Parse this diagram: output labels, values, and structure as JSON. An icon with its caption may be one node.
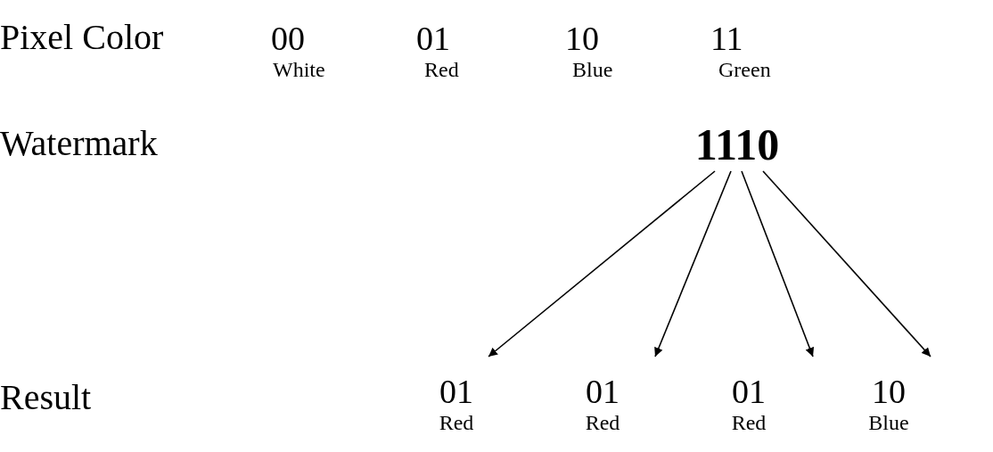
{
  "diagram": {
    "nodes": [
      {
        "text": [
          "1110"
        ]
      },
      {
        "text": [
          "01",
          "Red"
        ]
      },
      {
        "text": [
          "01",
          "Red"
        ]
      },
      {
        "text": [
          "01",
          "Red"
        ]
      },
      {
        "text": [
          "10",
          "Blue"
        ]
      }
    ],
    "edges": [
      {
        "from": 0,
        "to": 1,
        "arrow": "to"
      },
      {
        "from": 0,
        "to": 2,
        "arrow": "to"
      },
      {
        "from": 0,
        "to": 3,
        "arrow": "to"
      },
      {
        "from": 0,
        "to": 4,
        "arrow": "to"
      }
    ],
    "labels": [
      "Pixel Color",
      "00",
      "01",
      "10",
      "11",
      "White",
      "Red",
      "Blue",
      "Green",
      "Watermark",
      "Result"
    ]
  }
}
